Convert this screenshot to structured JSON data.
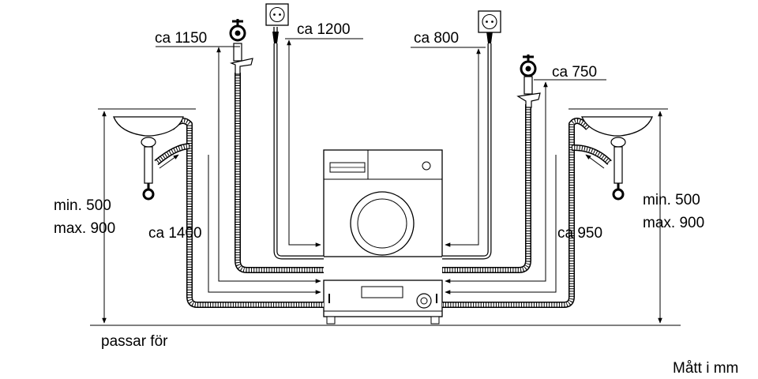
{
  "labels": {
    "water_left": "ca 1150",
    "cable_left": "ca 1200",
    "cable_right": "ca 800",
    "water_right": "ca 750",
    "drain_left": "ca 1400",
    "drain_right": "ca 950",
    "height_left_min": "min. 500",
    "height_left_max": "max. 900",
    "height_right_min": "min. 500",
    "height_right_max": "max. 900",
    "floor_note": "passar för",
    "units_note": "Mått i mm"
  }
}
